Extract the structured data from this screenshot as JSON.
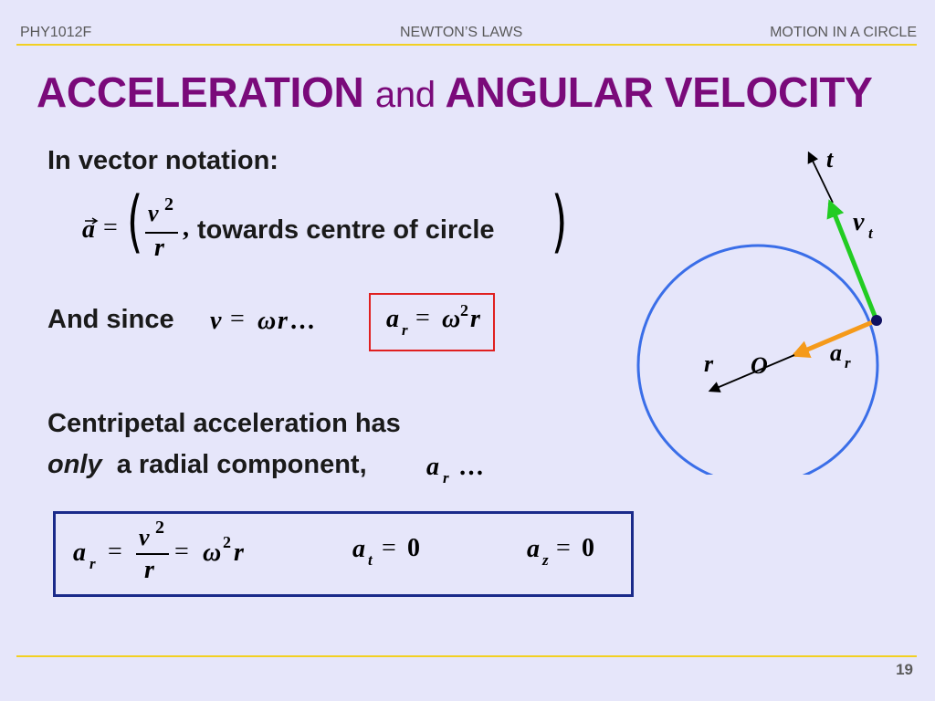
{
  "header": {
    "course": "PHY1012F",
    "topic": "NEWTON’S LAWS",
    "section": "MOTION IN A CIRCLE"
  },
  "title": {
    "part1": "ACCELERATION",
    "part2": "and",
    "part3": "ANGULAR VELOCITY"
  },
  "body": {
    "vector_heading": "In vector notation:",
    "vector_eq": {
      "lhs": "a",
      "equals": "=",
      "numerator_var": "v",
      "numerator_exp": "2",
      "denominator": "r",
      "comma": ",",
      "text": "towards centre of circle"
    },
    "since_label": "And since",
    "since_eq": {
      "v": "v",
      "equals": "=",
      "omega": "ω",
      "r": "r",
      "dots": "…"
    },
    "boxed_eq": {
      "a": "a",
      "sub": "r",
      "equals": "=",
      "omega": "ω",
      "exp": "2",
      "r": "r"
    },
    "centripetal_line1": "Centripetal acceleration has",
    "centripetal_only": "only",
    "centripetal_line2": "a radial component,",
    "centripetal_var": "a",
    "centripetal_sub": "r",
    "centripetal_dots": "…"
  },
  "summary": {
    "ar": {
      "a": "a",
      "sub": "r",
      "eq1": "=",
      "num_var": "v",
      "num_exp": "2",
      "den": "r",
      "eq2": "=",
      "omega": "ω",
      "exp": "2",
      "r": "r"
    },
    "at": {
      "a": "a",
      "sub": "t",
      "eq": "=",
      "val": "0"
    },
    "az": {
      "a": "a",
      "sub": "z",
      "eq": "=",
      "val": "0"
    }
  },
  "diagram": {
    "t_label": "t",
    "vt_label": "v",
    "vt_sub": "t",
    "ar_label": "a",
    "ar_sub": "r",
    "r_label": "r",
    "O_label": "O",
    "colors": {
      "circle": "#3a6ee8",
      "velocity": "#22cc22",
      "acceleration": "#f59a1a",
      "point": "#101060"
    }
  },
  "colors": {
    "title": "#7a0a7a",
    "rule": "#f2d022",
    "box_red": "#e02020",
    "box_blue": "#1a2a8a",
    "background": "#e6e6fa"
  },
  "page_number": "19"
}
